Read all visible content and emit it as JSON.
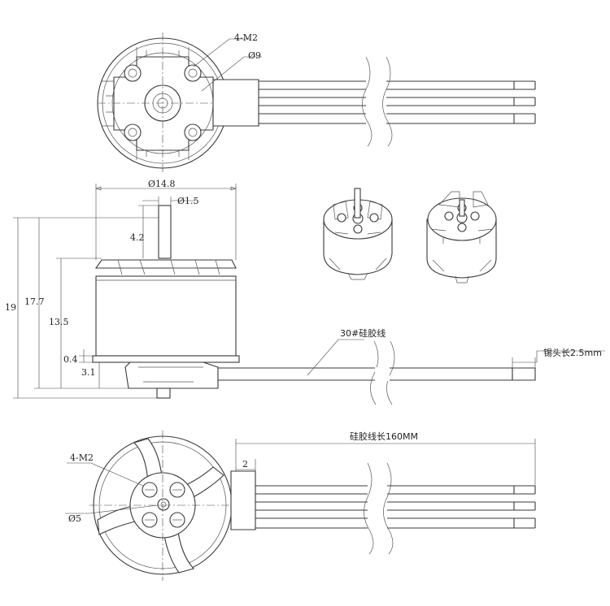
{
  "labels": {
    "top_holes": "4-M2",
    "top_circle": "Ø9",
    "diameter": "Ø14.8",
    "shaft_diameter": "Ø1.5",
    "shaft_height": "4.2",
    "total_height": "19",
    "body_height": "17.7",
    "stator_height": "13.5",
    "flange_gap": "0.4",
    "base_height": "3.1",
    "wire_type": "30#硅胶线",
    "tin_tip": "锡头长2.5mm",
    "wire_length": "硅胶线长160MM",
    "wire_offset": "2",
    "bottom_holes": "4-M2",
    "bottom_circle": "Ø5"
  },
  "colors": {
    "line": "#3a3a3a",
    "background": "#ffffff"
  }
}
